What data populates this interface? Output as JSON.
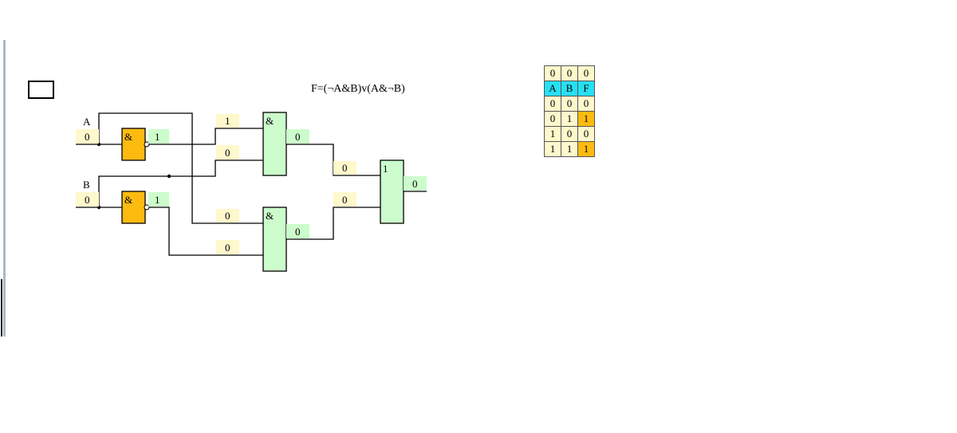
{
  "formula": "F=(¬A&B)v(A&¬B)",
  "inputs": [
    {
      "name": "A",
      "value": "0"
    },
    {
      "name": "B",
      "value": "0"
    }
  ],
  "gates": {
    "not_a": {
      "symbol": "&",
      "output": "1",
      "color": "#fdbb10"
    },
    "not_b": {
      "symbol": "&",
      "output": "1",
      "color": "#fdbb10"
    },
    "and_top": {
      "symbol": "&",
      "in1": "1",
      "in2": "0",
      "output": "0",
      "color": "#ccfccc"
    },
    "and_bottom": {
      "symbol": "&",
      "in1": "0",
      "in2": "0",
      "output": "0",
      "color": "#ccfccc"
    },
    "or_gate": {
      "symbol": "1",
      "in1": "0",
      "in2": "0",
      "output": "0",
      "color": "#ccfccc"
    }
  },
  "truth_table": {
    "current": [
      "0",
      "0",
      "0"
    ],
    "headers": [
      "A",
      "B",
      "F"
    ],
    "rows": [
      [
        "0",
        "0",
        "0"
      ],
      [
        "0",
        "1",
        "1"
      ],
      [
        "1",
        "0",
        "0"
      ],
      [
        "1",
        "1",
        "1"
      ]
    ]
  }
}
